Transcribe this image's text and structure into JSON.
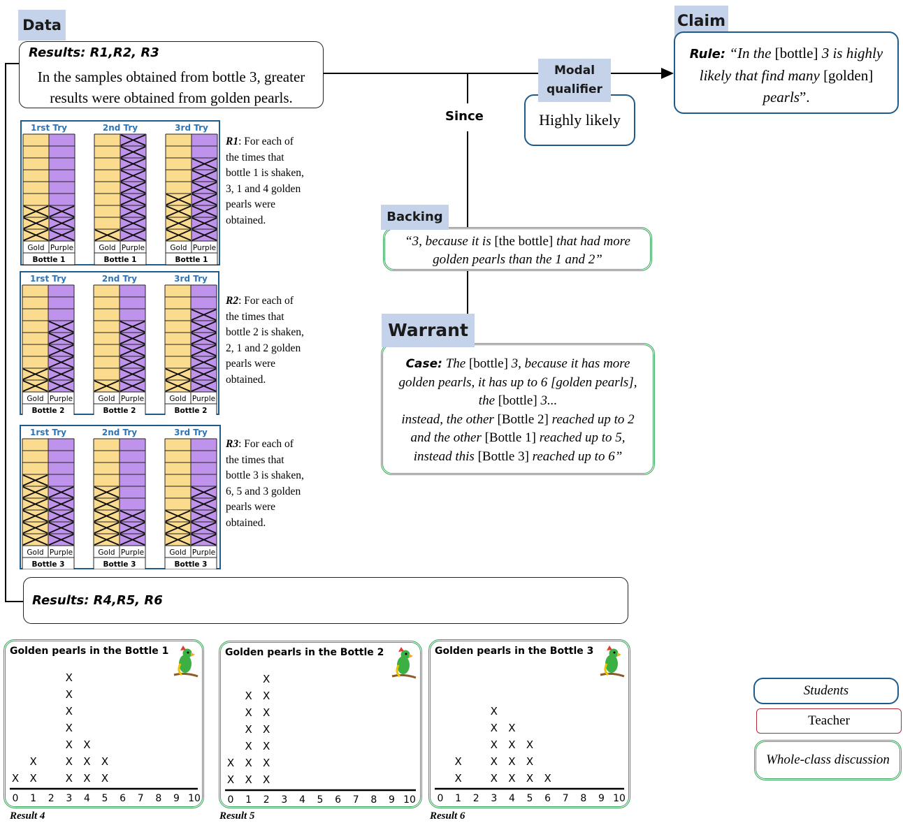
{
  "data_tab": "Data",
  "claim_tab": "Claim",
  "modal_tab": "Modal qualifier",
  "backing_tab": "Backing",
  "warrant_tab": "Warrant",
  "since_label": "Since",
  "results_top": {
    "heading": "Results: R1,R2, R3",
    "line1": "In the samples obtained from bottle 3, greater",
    "line2": "results were obtained from golden pearls."
  },
  "claim": {
    "rule_label": "Rule:",
    "l1_a": "“In the",
    "l1_b": "[bottle]",
    "l1_c": "3 is highly",
    "l2_a": "likely that find many",
    "l2_b": "[golden]",
    "l3_a": "pearls",
    "l3_b": "”."
  },
  "modal_text": "Highly likely",
  "backing": {
    "l1_a": "“3, because it is",
    "l1_b": "[the bottle]",
    "l1_c": "that had more",
    "l2": "golden pearls than the 1 and 2”"
  },
  "warrant": {
    "case_label": "Case:",
    "l1_a": "The",
    "l1_b": "[bottle]",
    "l1_c": "3, because it has more",
    "l2": "golden pearls, it has up to 6 [golden pearls],",
    "l3_a": "the",
    "l3_b": "[bottle]",
    "l3_c": "3...",
    "l4_a": "instead, the other",
    "l4_b": "[Bottle 2]",
    "l4_c": "reached up to 2",
    "l5_a": "and the other",
    "l5_b": "[Bottle 1]",
    "l5_c": "reached up to 5,",
    "l6_a": "instead this",
    "l6_b": "[Bottle 3]",
    "l6_c": "reached up to 6”"
  },
  "results_bottom": "Results: R4,R5, R6",
  "legend": {
    "students": "Students",
    "teacher": "Teacher",
    "whole_class": "Whole-class discussion"
  },
  "colors": {
    "gold": "#fbdc8e",
    "purple": "#bf93ec",
    "blue_border": "#1f5b8a",
    "green_border": "#3aa55a",
    "red_border": "#b22b34",
    "tab_fill": "#c5d3ea",
    "try_label": "#2e74b5"
  },
  "try_labels": [
    "1rst Try",
    "2nd Try",
    "3rd Try"
  ],
  "col_gold": "Gold",
  "col_purple": "Purple",
  "panels": [
    {
      "bottle": "Bottle 1",
      "tries": [
        {
          "gold": 3,
          "purple": 3
        },
        {
          "gold": 1,
          "purple": 9
        },
        {
          "gold": 4,
          "purple": 7
        }
      ],
      "desc": {
        "tag": "R1",
        "text": ": For each of",
        "lines": [
          "the times that",
          "bottle 1 is shaken,",
          "3, 1 and 4 golden",
          "pearls were",
          "obtained."
        ]
      }
    },
    {
      "bottle": "Bottle 2",
      "tries": [
        {
          "gold": 2,
          "purple": 6
        },
        {
          "gold": 1,
          "purple": 6
        },
        {
          "gold": 2,
          "purple": 7
        }
      ],
      "desc": {
        "tag": "R2",
        "text": ": For each of",
        "lines": [
          "the times that",
          "bottle 2 is shaken,",
          "2, 1 and 2 golden",
          "pearls were",
          "obtained."
        ]
      }
    },
    {
      "bottle": "Bottle 3",
      "tries": [
        {
          "gold": 6,
          "purple": 5
        },
        {
          "gold": 5,
          "purple": 3
        },
        {
          "gold": 3,
          "purple": 5
        }
      ],
      "desc": {
        "tag": "R3",
        "text": ": For each of",
        "lines": [
          "the times that",
          "bottle 3 is shaken,",
          "6, 5 and 3 golden",
          "pearls were",
          "obtained."
        ]
      }
    }
  ],
  "chart_data": [
    {
      "type": "scatter",
      "title": "Golden pearls in the Bottle 1",
      "x_ticks": [
        0,
        1,
        2,
        3,
        4,
        5,
        6,
        7,
        8,
        9,
        10
      ],
      "counts": [
        1,
        2,
        0,
        7,
        3,
        2,
        0,
        0,
        0,
        0,
        0
      ],
      "marker": "X",
      "label": "Result 4"
    },
    {
      "type": "scatter",
      "title": "Golden pearls in the Bottle 2",
      "x_ticks": [
        0,
        1,
        2,
        3,
        4,
        5,
        6,
        7,
        8,
        9,
        10
      ],
      "counts": [
        2,
        6,
        7,
        0,
        0,
        0,
        0,
        0,
        0,
        0,
        0
      ],
      "marker": "X",
      "label": "Result 5"
    },
    {
      "type": "scatter",
      "title": "Golden pearls in the Bottle 3",
      "x_ticks": [
        0,
        1,
        2,
        3,
        4,
        5,
        6,
        7,
        8,
        9,
        10
      ],
      "counts": [
        0,
        2,
        0,
        5,
        4,
        3,
        1,
        0,
        0,
        0,
        0
      ],
      "marker": "X",
      "label": "Result 6"
    }
  ]
}
